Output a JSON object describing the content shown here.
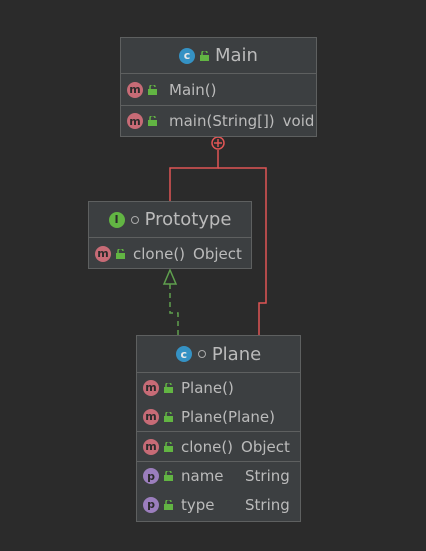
{
  "main_class": {
    "name": "Main",
    "members": [
      {
        "kind": "method",
        "name": "Main()",
        "type": ""
      },
      {
        "kind": "method",
        "name": "main(String[])",
        "type": "void"
      }
    ]
  },
  "prototype_interface": {
    "name": "Prototype",
    "members": [
      {
        "kind": "method",
        "name": "clone()",
        "type": "Object"
      }
    ]
  },
  "plane_class": {
    "name": "Plane",
    "members": [
      {
        "kind": "method",
        "name": "Plane()",
        "type": ""
      },
      {
        "kind": "method",
        "name": "Plane(Plane)",
        "type": ""
      },
      {
        "kind": "method",
        "name": "clone()",
        "type": "Object"
      },
      {
        "kind": "field",
        "name": "name",
        "type": "String"
      },
      {
        "kind": "field",
        "name": "type",
        "type": "String"
      }
    ]
  },
  "colors": {
    "background": "#2b2b2b",
    "inner_class_line": "#e05555",
    "implements_line": "#5fa04e"
  }
}
